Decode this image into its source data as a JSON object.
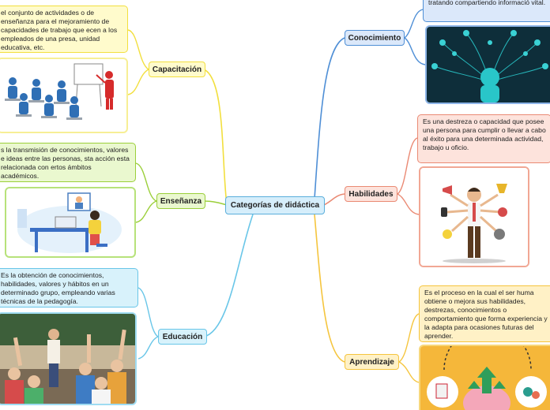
{
  "central": "Categorías de didáctica",
  "left": [
    {
      "label": "Capacitación",
      "color": "#f2df3e",
      "fill": "#fffbcc",
      "description": "el conjunto de actividades o de enseñanza para el mejoramiento de capacidades de trabajo que ecen a los empleados de una presa, unidad educativa, etc.",
      "image": "classroom-training-illustration"
    },
    {
      "label": "Enseñanza",
      "color": "#9bcf3a",
      "fill": "#eaf8cf",
      "description": "s la transmisión de conocimientos, valores e ideas entre las personas, sta acción esta relacionada con ertos ámbitos académicos.",
      "image": "online-teaching-illustration"
    },
    {
      "label": "Educación",
      "color": "#69c6e8",
      "fill": "#d8f2fb",
      "description": "Es la obtención de conocimientos, habilidades, valores y hábitos en un determinado grupo, empleando varias técnicas de la pedagogía.",
      "image": "students-raising-hands-photo"
    }
  ],
  "right": [
    {
      "label": "Conocimiento",
      "color": "#4f8fd6",
      "fill": "#dbe8fa",
      "description": "tratando compartiendo informació vital.",
      "image": "brain-network-illustration"
    },
    {
      "label": "Habilidades",
      "color": "#ea8a74",
      "fill": "#fde3dc",
      "description": "Es una destreza o capacidad que posee una persona para cumplir o llevar a cabo al éxito para una determinada actividad, trabajo u oficio.",
      "image": "multitasking-person-illustration"
    },
    {
      "label": "Aprendizaje",
      "color": "#f5c53e",
      "fill": "#fff1c6",
      "description": "Es el proceso en la cual el ser huma obtiene o mejora sus habilidades, destrezas, conocimientos o comportamiento que forma experiencia y la adapta para ocasiones futuras del aprender.",
      "image": "learning-brain-illustration"
    }
  ]
}
